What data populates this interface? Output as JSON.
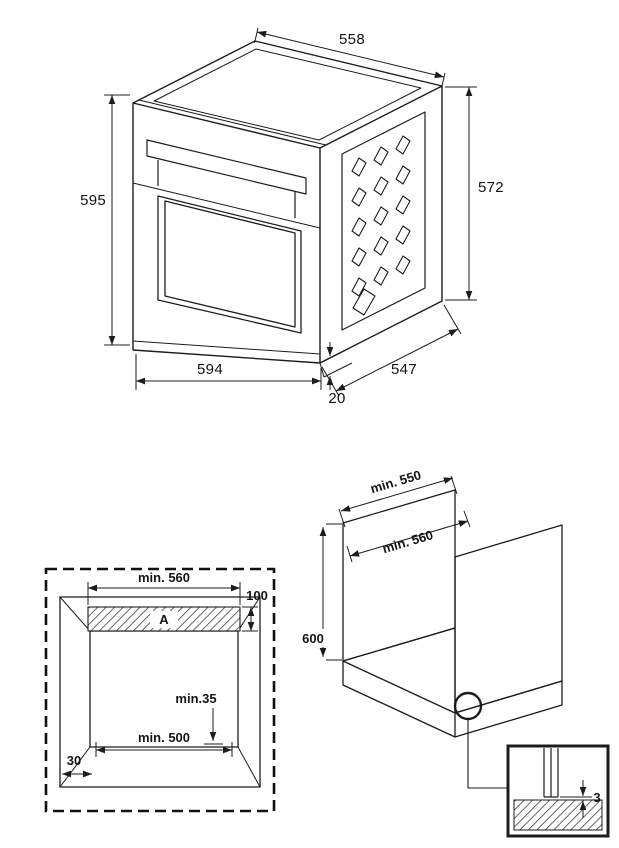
{
  "oven": {
    "dim_top_width": "558",
    "dim_height_front": "595",
    "dim_height_rear": "572",
    "dim_bottom_width": "594",
    "dim_depth": "547",
    "dim_plinth_recess": "20"
  },
  "niche": {
    "dim_min_width": "min. 560",
    "dim_vent_depth": "100",
    "area_label": "A",
    "dim_min_rear_clearance": "min.35",
    "dim_min_base_width": "min. 500",
    "dim_side_clearance": "30"
  },
  "cabinet": {
    "dim_min_top_depth": "min. 550",
    "dim_min_niche_depth": "min. 560",
    "dim_niche_height": "600",
    "detail_gap": "3"
  }
}
